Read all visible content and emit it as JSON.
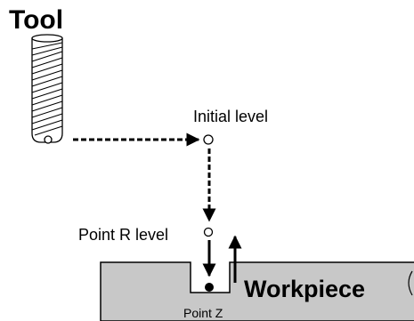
{
  "labels": {
    "tool": "Tool",
    "initial_level": "Initial level",
    "point_r_level": "Point R level",
    "point_z": "Point Z",
    "workpiece": "Workpiece"
  },
  "colors": {
    "workpiece_fill": "#c8c8c8",
    "line": "#000000",
    "background": "#ffffff"
  },
  "elements": {
    "drill_tool": "drill-tool-icon",
    "rapid_arrow": "dashed-arrow",
    "feed_arrow": "solid-arrow",
    "position_marker": "circle-marker"
  }
}
